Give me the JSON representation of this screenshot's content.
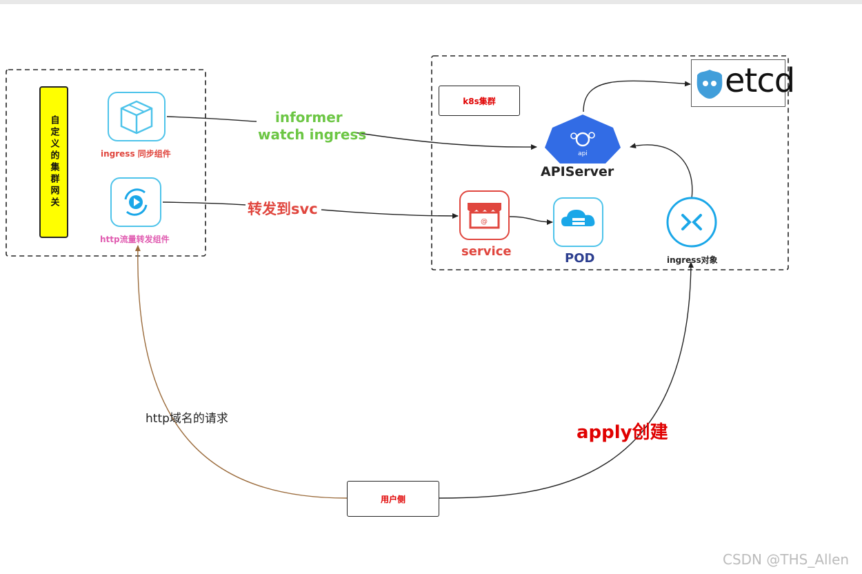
{
  "gateway": {
    "title": "自定义的集群网关",
    "sync_label": "ingress 同步组件",
    "http_label": "http流量转发组件"
  },
  "cluster": {
    "title": "k8s集群",
    "apiserver_label": "APIServer",
    "api_badge": "api",
    "etcd_label": "etcd",
    "service_label": "service",
    "pod_label": "POD",
    "ingress_obj_label": "ingress对象"
  },
  "edges": {
    "informer_line1": "informer",
    "informer_line2": "watch ingress",
    "forward": "转发到svc",
    "http_request": "http域名的请求",
    "apply": "apply创建"
  },
  "user": {
    "label": "用户侧"
  },
  "watermark": "CSDN @THS_Allen",
  "colors": {
    "green": "#6cc644",
    "red": "#e00000",
    "service_red": "#e0463e",
    "pink": "#e05bb0",
    "navy": "#2c3e8f",
    "cyan": "#4dc3ea",
    "k8s_blue": "#326ce5",
    "brown": "#9a6a3a"
  }
}
